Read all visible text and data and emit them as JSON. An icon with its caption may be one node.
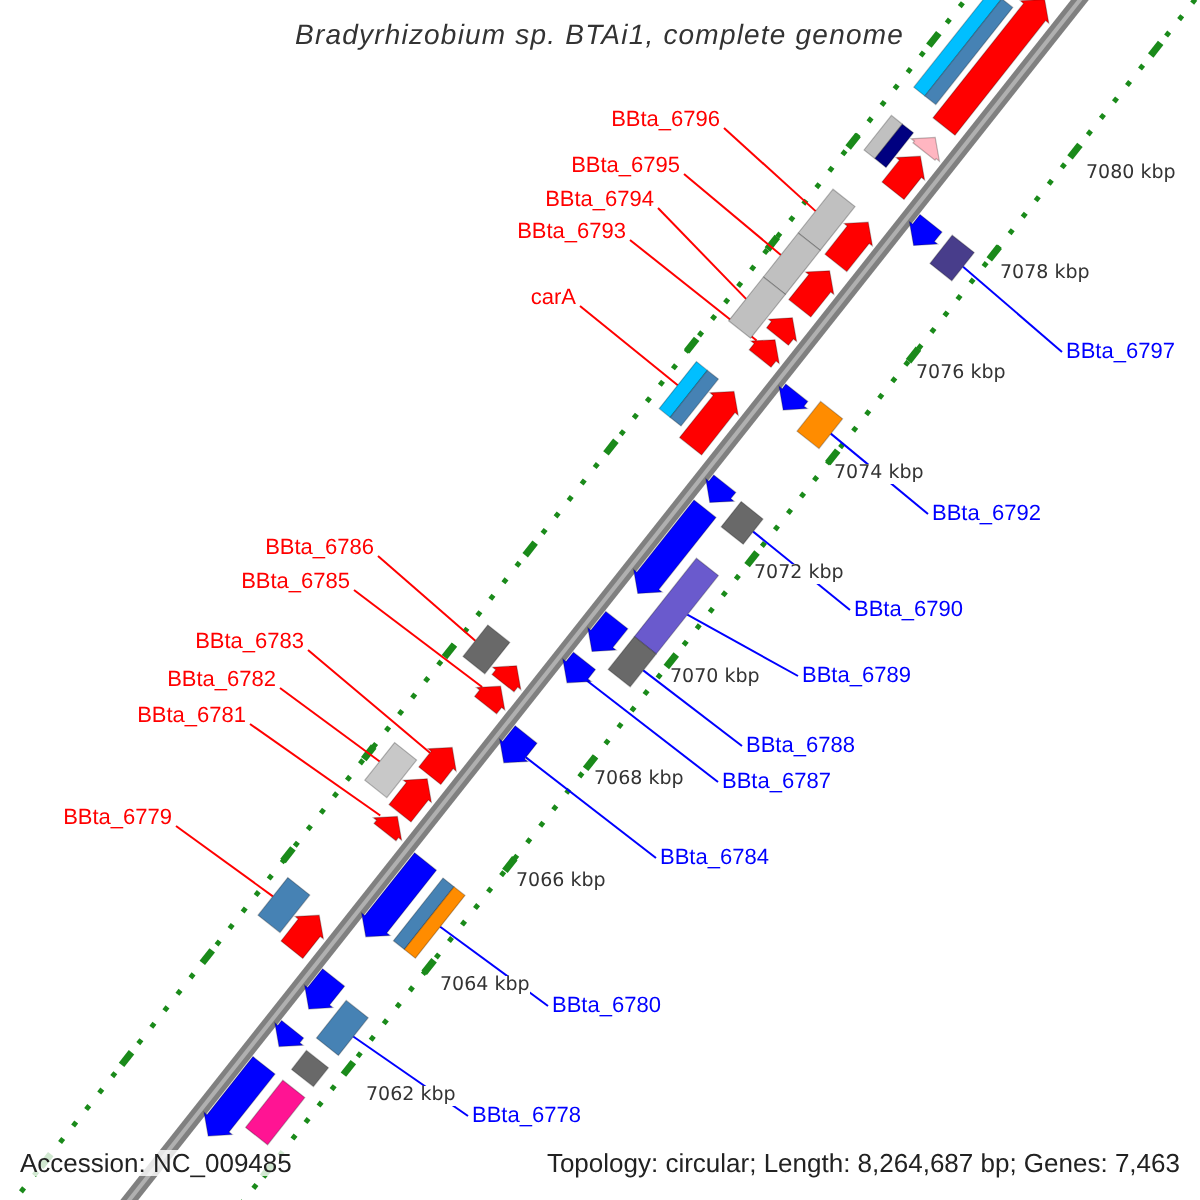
{
  "diagram": {
    "title": "Bradyrhizobium sp. BTAi1, complete genome",
    "nodes": [
      {
        "text": [
          "BBta_6796"
        ]
      },
      {
        "text": [
          "BBta_6795"
        ]
      },
      {
        "text": [
          "BBta_6794"
        ]
      },
      {
        "text": [
          "BBta_6793"
        ]
      },
      {
        "text": [
          "carA"
        ]
      },
      {
        "text": [
          "BBta_6797"
        ]
      },
      {
        "text": [
          "BBta_6792"
        ]
      },
      {
        "text": [
          "BBta_6786"
        ]
      },
      {
        "text": [
          "BBta_6785"
        ]
      },
      {
        "text": [
          "BBta_6790"
        ]
      },
      {
        "text": [
          "BBta_6783"
        ]
      },
      {
        "text": [
          "BBta_6789"
        ]
      },
      {
        "text": [
          "BBta_6782"
        ]
      },
      {
        "text": [
          "BBta_6781"
        ]
      },
      {
        "text": [
          "BBta_6788"
        ]
      },
      {
        "text": [
          "BBta_6787"
        ]
      },
      {
        "text": [
          "BBta_6779"
        ]
      },
      {
        "text": [
          "BBta_6784"
        ]
      },
      {
        "text": [
          "BBta_6780"
        ]
      },
      {
        "text": [
          "BBta_6778"
        ]
      },
      {
        "text": [],
        "shape": "box"
      },
      {
        "text": [],
        "shape": "pentagon"
      },
      {
        "text": [],
        "shape": "box"
      },
      {
        "text": [],
        "shape": "pentagon"
      },
      {
        "text": [],
        "shape": "pentagon"
      },
      {
        "text": [],
        "shape": "box"
      },
      {
        "text": [],
        "shape": "pentagon"
      },
      {
        "text": [],
        "shape": "pentagon"
      },
      {
        "text": [],
        "shape": "box"
      },
      {
        "text": [],
        "shape": "box"
      },
      {
        "text": [],
        "shape": "pentagon"
      },
      {
        "text": [],
        "shape": "box"
      },
      {
        "text": [],
        "shape": "pentagon"
      },
      {
        "text": [],
        "shape": "pentagon"
      },
      {
        "text": [],
        "shape": "box"
      },
      {
        "text": [],
        "shape": "pentagon"
      },
      {
        "text": [],
        "shape": "pentagon"
      },
      {
        "text": [],
        "shape": "box"
      },
      {
        "text": [],
        "shape": "pentagon"
      },
      {
        "text": [],
        "shape": "box"
      },
      {
        "text": [],
        "shape": "pentagon"
      },
      {
        "text": [],
        "shape": "box"
      },
      {
        "text": [],
        "shape": "pentagon"
      },
      {
        "text": [],
        "shape": "box"
      },
      {
        "text": [],
        "shape": "box"
      },
      {
        "text": [],
        "shape": "pentagon"
      },
      {
        "text": [],
        "shape": "pentagon"
      },
      {
        "text": [],
        "shape": "pentagon"
      },
      {
        "text": [],
        "shape": "pentagon"
      },
      {
        "text": [],
        "shape": "pentagon"
      },
      {
        "text": [],
        "shape": "box"
      },
      {
        "text": [],
        "shape": "pentagon"
      },
      {
        "text": [],
        "shape": "pentagon"
      },
      {
        "text": [],
        "shape": "pentagon"
      },
      {
        "text": [],
        "shape": "box"
      },
      {
        "text": [],
        "shape": "box"
      },
      {
        "text": [],
        "shape": "pentagon"
      },
      {
        "text": [],
        "shape": "pentagon"
      },
      {
        "text": [],
        "shape": "box"
      },
      {
        "text": [],
        "shape": "pentagon"
      },
      {
        "text": [],
        "shape": "box"
      },
      {
        "text": [],
        "shape": "pentagon"
      },
      {
        "text": [],
        "shape": "box"
      }
    ],
    "edges": [
      {
        "from": 0,
        "to": 25,
        "arrow": "none"
      },
      {
        "from": 1,
        "to": 29,
        "arrow": "none"
      },
      {
        "from": 2,
        "to": 31,
        "arrow": "none"
      },
      {
        "from": 3,
        "to": 33,
        "arrow": "none"
      },
      {
        "from": 4,
        "to": 34,
        "arrow": "none"
      },
      {
        "from": 5,
        "to": 28,
        "arrow": "none",
        "color": "#0000ff"
      },
      {
        "from": 6,
        "to": 37,
        "arrow": "none",
        "color": "#0000ff"
      },
      {
        "from": 7,
        "to": 43,
        "arrow": "none"
      },
      {
        "from": 8,
        "to": 47,
        "arrow": "none"
      },
      {
        "from": 9,
        "to": 39,
        "arrow": "none",
        "color": "#0000ff"
      },
      {
        "from": 10,
        "to": 49,
        "arrow": "none"
      },
      {
        "from": 11,
        "to": 41,
        "arrow": "none",
        "color": "#0000ff"
      },
      {
        "from": 12,
        "to": 50,
        "arrow": "none"
      },
      {
        "from": 13,
        "to": 52,
        "arrow": "none"
      },
      {
        "from": 14,
        "to": 44,
        "arrow": "none",
        "color": "#0000ff"
      },
      {
        "from": 15,
        "to": 45,
        "arrow": "none",
        "color": "#0000ff"
      },
      {
        "from": 16,
        "to": 54,
        "arrow": "none"
      },
      {
        "from": 17,
        "to": 48,
        "arrow": "none",
        "color": "#0000ff"
      },
      {
        "from": 18,
        "to": 55,
        "arrow": "none",
        "color": "#0000ff"
      },
      {
        "from": 19,
        "to": 58,
        "arrow": "none",
        "color": "#0000ff"
      }
    ],
    "labels": [
      "7080 kbp",
      "7078 kbp",
      "7076 kbp",
      "7074 kbp",
      "7072 kbp",
      "7070 kbp",
      "7068 kbp",
      "7066 kbp",
      "7064 kbp",
      "7062 kbp",
      "Accession: NC_009485",
      "Topology: circular; Length: 8,264,687 bp; Genes: 7,463"
    ]
  }
}
